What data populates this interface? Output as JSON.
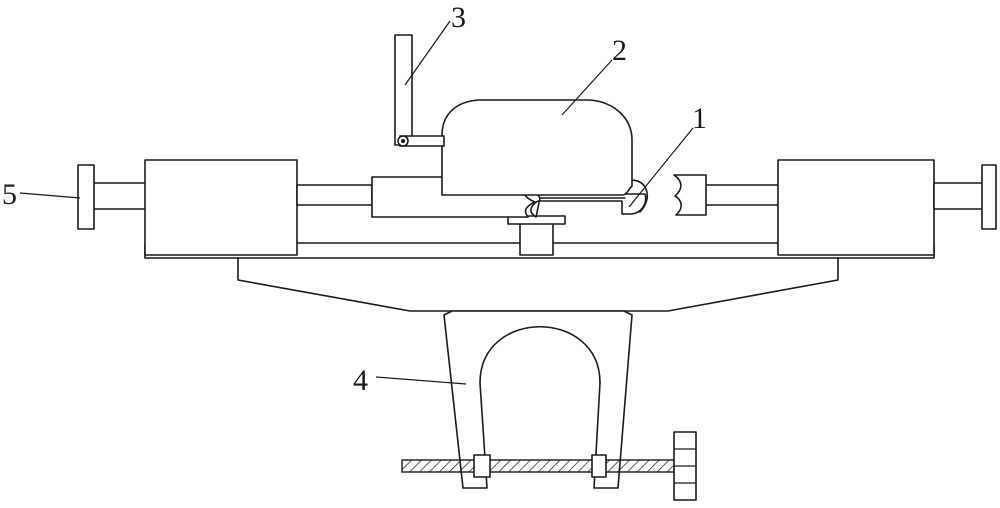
{
  "labels": {
    "part_1": "1",
    "part_2": "2",
    "part_3": "3",
    "part_4": "4",
    "part_5": "5"
  },
  "colors": {
    "stroke": "#1a1a1a",
    "background": "#ffffff"
  }
}
